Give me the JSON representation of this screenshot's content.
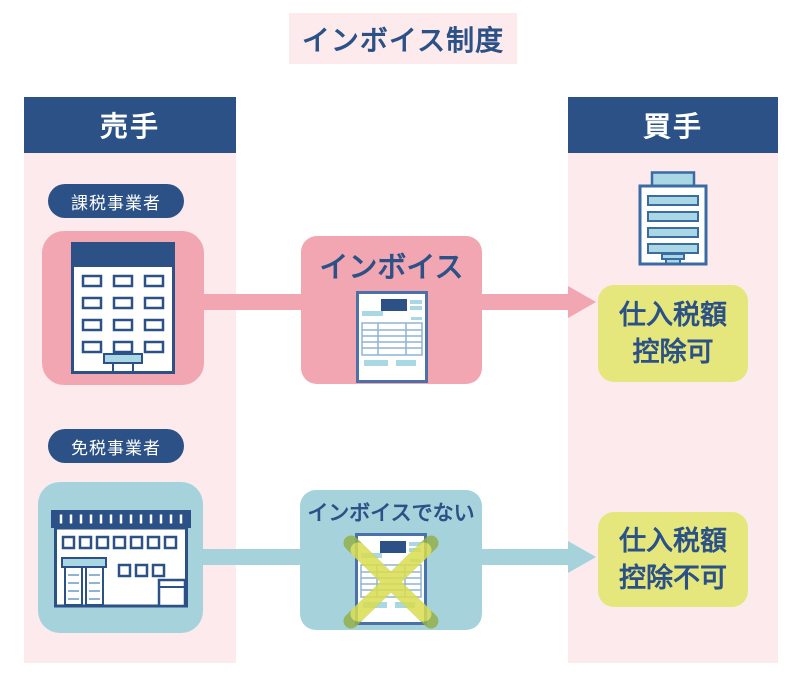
{
  "title": "インボイス制度",
  "seller_column": {
    "header": "売手"
  },
  "buyer_column": {
    "header": "買手"
  },
  "rows": [
    {
      "seller_badge": "課税事業者",
      "seller_icon": "office-building-icon",
      "flow_label": "インボイス",
      "flow_icon": "invoice-document-icon",
      "result_line1": "仕入税額",
      "result_line2": "控除可"
    },
    {
      "seller_badge": "免税事業者",
      "seller_icon": "shop-building-icon",
      "flow_label": "インボイスでない",
      "flow_icon": "crossed-invoice-icon",
      "result_line1": "仕入税額",
      "result_line2": "控除不可"
    }
  ],
  "buyer_icon": "company-building-icon",
  "colors": {
    "dark_blue": "#2b5186",
    "pink_light": "#fceaec",
    "pink": "#f1a6b2",
    "teal": "#a6d3db",
    "yellow": "#e5e77c",
    "window_blue": "#a9d8e4",
    "outline_blue": "#3a6ba3",
    "x_yellow": "#dadd4f",
    "x_olive": "#93b04c"
  }
}
